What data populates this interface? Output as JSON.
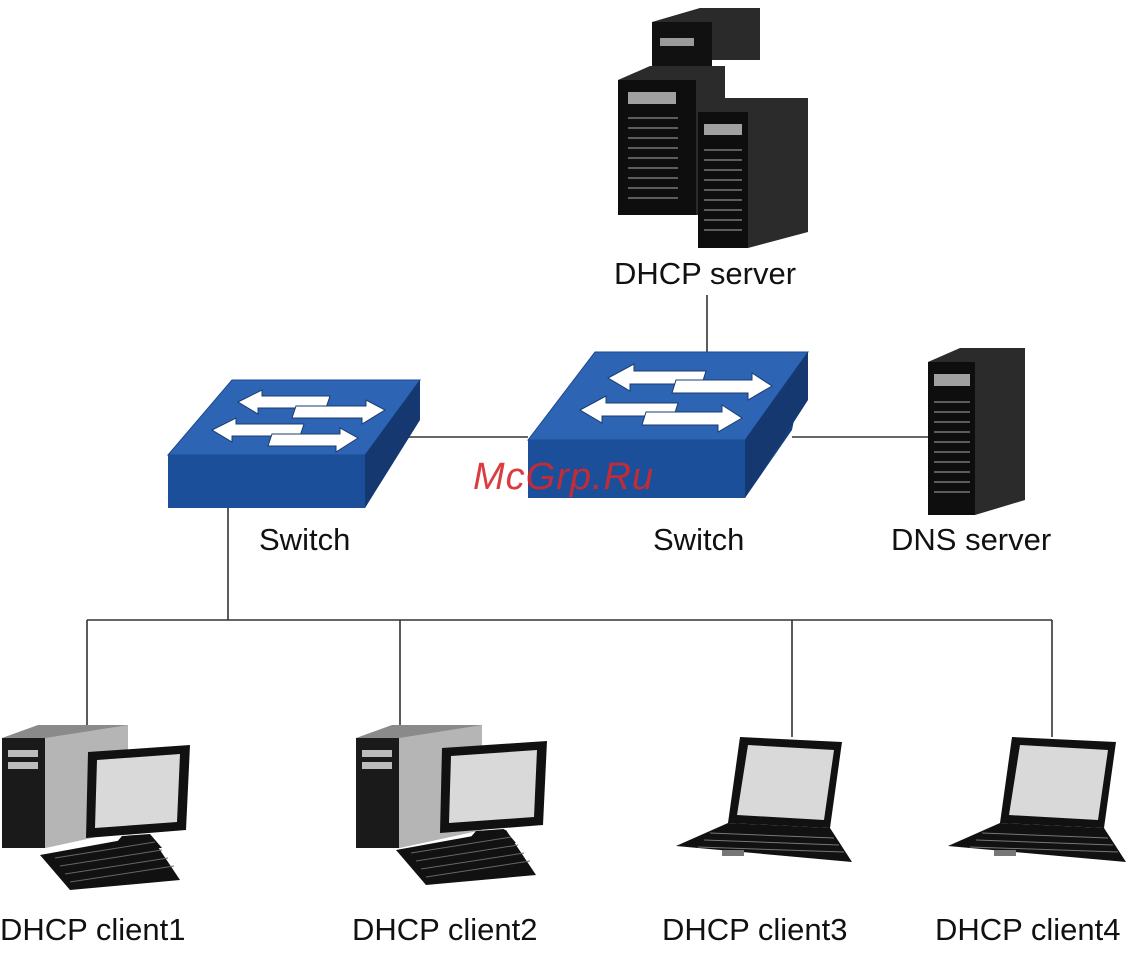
{
  "nodes": {
    "dhcp_server": {
      "label": "DHCP server"
    },
    "dns_server": {
      "label": "DNS server"
    },
    "switch_left": {
      "label": "Switch"
    },
    "switch_center": {
      "label": "Switch"
    },
    "client1": {
      "label": "DHCP client1"
    },
    "client2": {
      "label": "DHCP client2"
    },
    "client3": {
      "label": "DHCP client3"
    },
    "client4": {
      "label": "DHCP client4"
    }
  },
  "watermark": "McGrp.Ru",
  "colors": {
    "switch_top": "#2e64b4",
    "switch_front": "#1b4f9a",
    "switch_side": "#163f7e",
    "server_dark": "#111111",
    "screen": "#d9d9d9",
    "tower_gray": "#b5b5b5",
    "line": "#333333",
    "watermark": "#d6282c"
  }
}
